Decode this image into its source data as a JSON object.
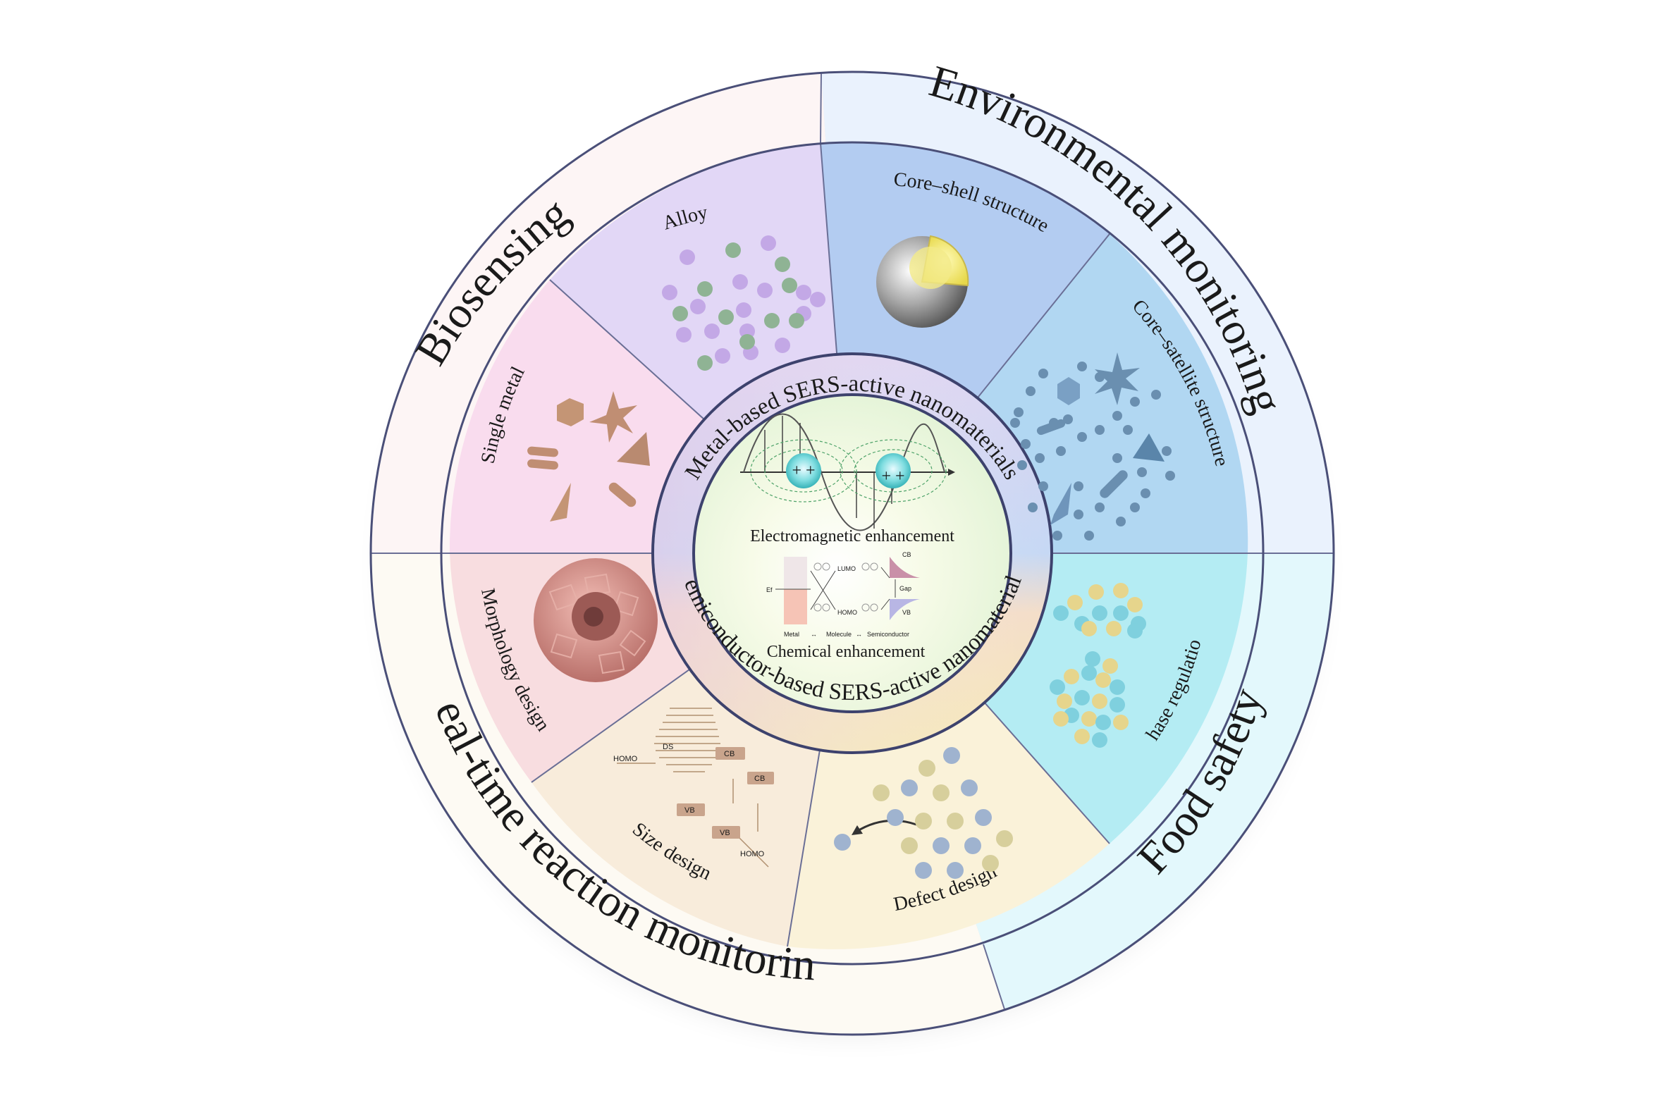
{
  "applications": {
    "biosensing": "Biosensing",
    "environmental": "Environmental monitoring",
    "food_safety": "Food safety",
    "realtime": "Real-time reaction monitoring"
  },
  "categories": {
    "alloy": "Alloy",
    "core_shell": "Core–shell structure",
    "core_satellite": "Core–satellite structure",
    "phase": "Phase regulation",
    "defect": "Defect design",
    "size": "Size design",
    "morphology": "Morphology design",
    "single_metal": "Single metal"
  },
  "rings": {
    "metal": "Metal-based SERS-active nanomaterials",
    "semiconductor": "Semiconductor-based SERS-active nanomaterials"
  },
  "center": {
    "em": "Electromagnetic enhancement",
    "chem": "Chemical enhancement",
    "charge": "+ +",
    "lumo": "LUMO",
    "homo": "HOMO",
    "cb": "CB",
    "vb": "VB",
    "gap": "Gap",
    "ef": "Ef",
    "metal": "Metal",
    "molecule": "Molecule",
    "semiconductor": "Semiconductor",
    "arrow": "↔"
  },
  "size_diagram": {
    "homo": "HOMO",
    "ds": "DS",
    "cb": "CB",
    "vb": "VB"
  },
  "colors": {
    "ring_stroke": "#4a4f78",
    "alloy_bg": "#e2d7f6",
    "core_shell_bg": "#b3ccf1",
    "core_satellite_bg": "#b1d7f2",
    "phase_bg": "#b4ecf3",
    "defect_bg": "#faf2d9",
    "size_bg": "#f8ecdb",
    "morphology_bg": "#f8dde0",
    "single_metal_bg": "#f9dcee"
  }
}
